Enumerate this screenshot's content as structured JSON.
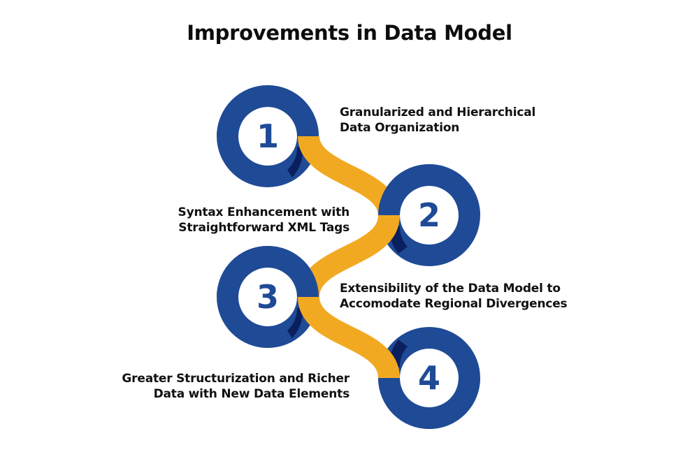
{
  "title": "Improvements in Data Model",
  "colors": {
    "ring_blue": "#1f4a96",
    "ring_shadow": "#0b1f5e",
    "connector_yellow": "#f2a922",
    "number_blue": "#1f4a96",
    "text": "#111111",
    "background": "#ffffff"
  },
  "steps": [
    {
      "number": "1",
      "line1": "Granularized and Hierarchical",
      "line2": "Data Organization",
      "label_side": "right"
    },
    {
      "number": "2",
      "line1": "Syntax Enhancement with",
      "line2": "Straightforward XML Tags",
      "label_side": "left"
    },
    {
      "number": "3",
      "line1": "Extensibility of the Data Model to",
      "line2": "Accomodate Regional Divergences",
      "label_side": "right"
    },
    {
      "number": "4",
      "line1": "Greater Structurization and Richer",
      "line2": "Data with New Data Elements",
      "label_side": "left"
    }
  ]
}
